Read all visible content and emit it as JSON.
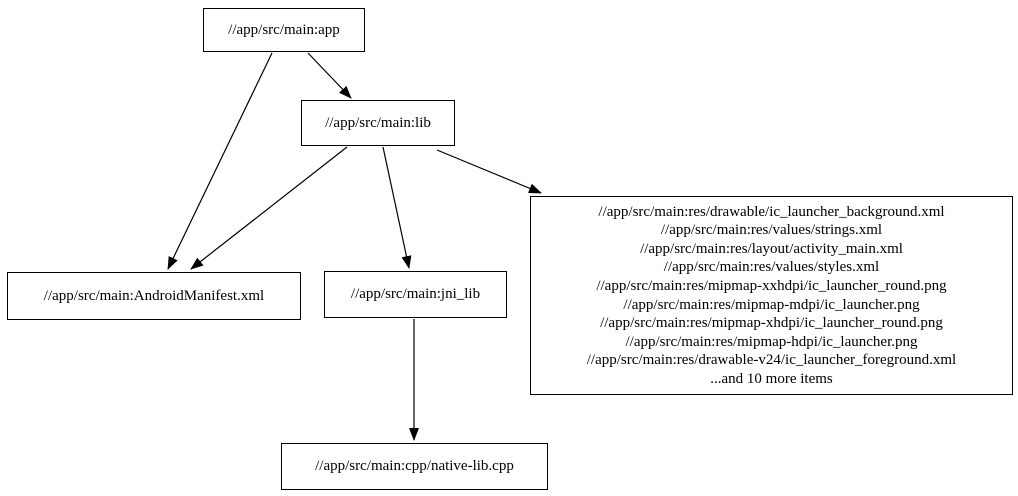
{
  "diagram": {
    "type": "dependency-graph",
    "background_color": "#ffffff",
    "node_border_color": "#000000",
    "text_color": "#000000",
    "nodes": {
      "app": {
        "label": "//app/src/main:app"
      },
      "lib": {
        "label": "//app/src/main:lib"
      },
      "manifest": {
        "label": "//app/src/main:AndroidManifest.xml"
      },
      "jni_lib": {
        "label": "//app/src/main:jni_lib"
      },
      "native_lib": {
        "label": "//app/src/main:cpp/native-lib.cpp"
      },
      "res": {
        "lines": [
          "//app/src/main:res/drawable/ic_launcher_background.xml",
          "//app/src/main:res/values/strings.xml",
          "//app/src/main:res/layout/activity_main.xml",
          "//app/src/main:res/values/styles.xml",
          "//app/src/main:res/mipmap-xxhdpi/ic_launcher_round.png",
          "//app/src/main:res/mipmap-mdpi/ic_launcher.png",
          "//app/src/main:res/mipmap-xhdpi/ic_launcher_round.png",
          "//app/src/main:res/mipmap-hdpi/ic_launcher.png",
          "//app/src/main:res/drawable-v24/ic_launcher_foreground.xml",
          "...and 10 more items"
        ]
      }
    },
    "edges": [
      {
        "from": "//app/src/main:app",
        "to": "//app/src/main:lib"
      },
      {
        "from": "//app/src/main:app",
        "to": "//app/src/main:AndroidManifest.xml"
      },
      {
        "from": "//app/src/main:lib",
        "to": "//app/src/main:AndroidManifest.xml"
      },
      {
        "from": "//app/src/main:lib",
        "to": "//app/src/main:jni_lib"
      },
      {
        "from": "//app/src/main:lib",
        "to": "res-file-group"
      },
      {
        "from": "//app/src/main:jni_lib",
        "to": "//app/src/main:cpp/native-lib.cpp"
      }
    ]
  }
}
